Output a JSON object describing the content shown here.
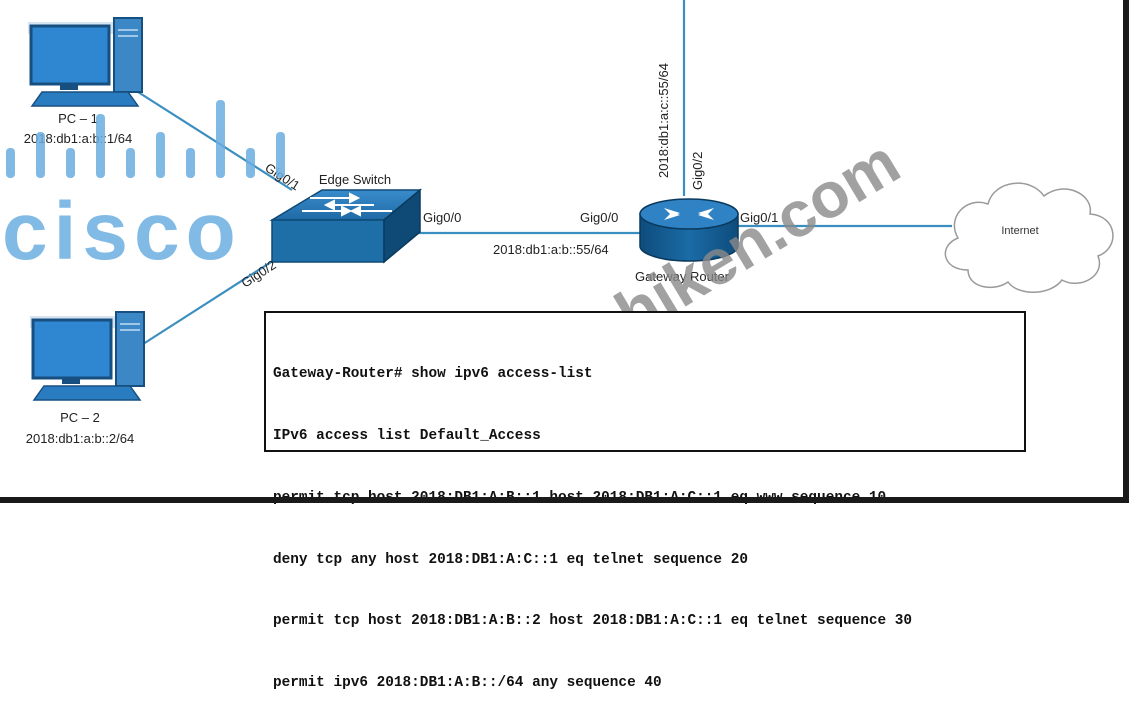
{
  "devices": {
    "pc1": {
      "name": "PC – 1",
      "address": "2018:db1:a:b::1/64"
    },
    "pc2": {
      "name": "PC – 2",
      "address": "2018:db1:a:b::2/64"
    },
    "switch": {
      "name": "Edge Switch"
    },
    "router": {
      "name": "Gateway Router"
    },
    "internet": {
      "name": "Internet"
    }
  },
  "links": {
    "sw_pc1_port": "Gig0/1",
    "sw_pc2_port": "Gig0/2",
    "sw_uplink_port": "Gig0/0",
    "rt_lan_port": "Gig0/0",
    "rt_lan_address": "2018:db1:a:b::55/64",
    "rt_top_port": "Gig0/2",
    "rt_top_address": "2018:db1:a:c::55/64",
    "rt_wan_port": "Gig0/1"
  },
  "cli": {
    "lines": [
      "Gateway-Router# show ipv6 access-list",
      "IPv6 access list Default_Access",
      "permit tcp host 2018:DB1:A:B::1 host 2018:DB1:A:C::1 eq www sequence 10",
      "deny tcp any host 2018:DB1:A:C::1 eq telnet sequence 20",
      "permit tcp host 2018:DB1:A:B::2 host 2018:DB1:A:C::1 eq telnet sequence 30",
      "permit ipv6 2018:DB1:A:B::/64 any sequence 40"
    ]
  },
  "watermarks": {
    "logo": "cisco",
    "site": "jjonshiken.com"
  },
  "colors": {
    "link": "#3b8fc0",
    "device_blue": "#1e6fa8",
    "device_dark": "#0f4a76",
    "cisco_logo": "#6aaee0",
    "watermark": "#8a8a8a"
  }
}
